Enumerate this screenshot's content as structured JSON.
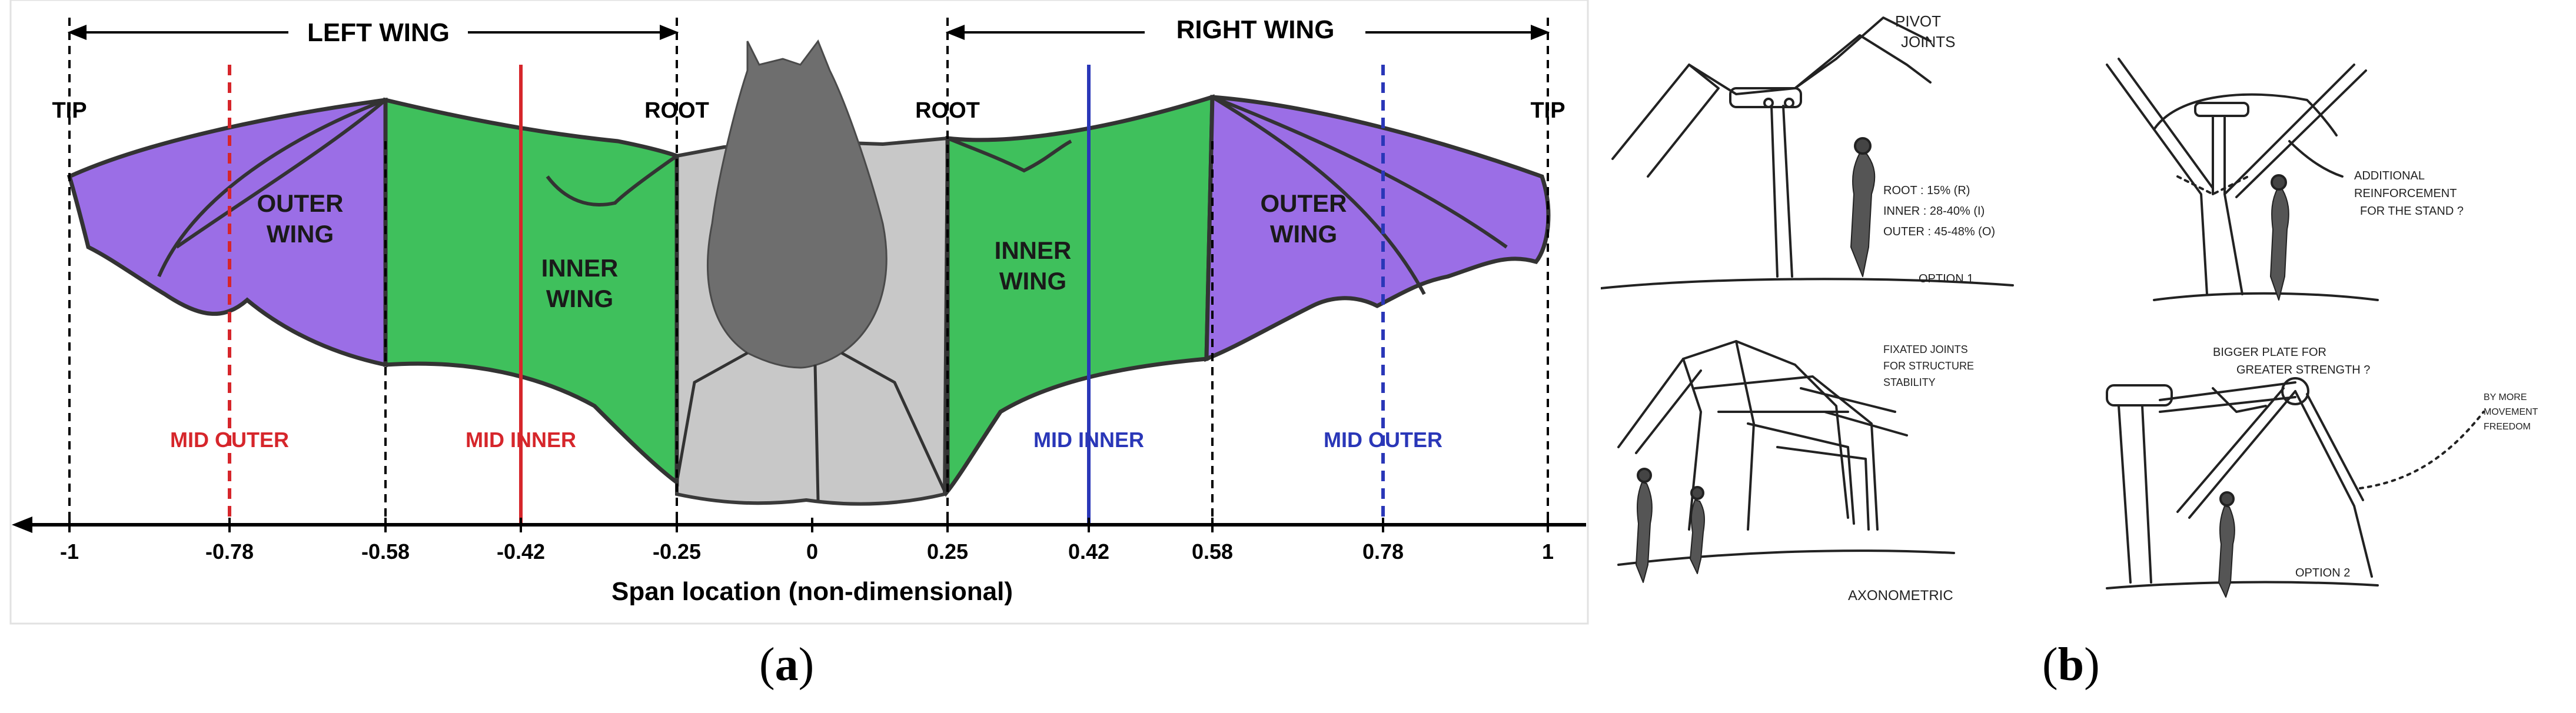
{
  "panel_a": {
    "left_wing_label": "LEFT WING",
    "right_wing_label": "RIGHT WING",
    "tip_left": "TIP",
    "tip_right": "TIP",
    "root_left": "ROOT",
    "root_right": "ROOT",
    "outer_wing_left": [
      "OUTER",
      "WING"
    ],
    "inner_wing_left": [
      "INNER",
      "WING"
    ],
    "inner_wing_right": [
      "INNER",
      "WING"
    ],
    "outer_wing_right": [
      "OUTER",
      "WING"
    ],
    "mid_outer_left": "MID OUTER",
    "mid_inner_left": "MID INNER",
    "mid_inner_right": "MID INNER",
    "mid_outer_right": "MID OUTER",
    "axis_ticks": [
      "-1",
      "-0.78",
      "-0.58",
      "-0.42",
      "-0.25",
      "0",
      "0.25",
      "0.42",
      "0.58",
      "0.78",
      "1"
    ],
    "axis_title": "Span location (non-dimensional)",
    "colors": {
      "outer_wing": "#9b6ee6",
      "inner_wing": "#3fc05c",
      "body_membrane": "#c8c8c8",
      "body": "#6e6e6e",
      "mid_left": "#d6262b",
      "mid_right": "#2a37b8"
    }
  },
  "panel_b": {
    "sketch_top_left": {
      "labels": [
        "PIVOT",
        "JOINTS"
      ],
      "stats": [
        "ROOT : 15% (R)",
        "INNER : 28-40% (I)",
        "OUTER : 45-48% (O)"
      ],
      "caption": "OPTION 1"
    },
    "sketch_top_right": {
      "labels": [
        "ADDITIONAL",
        "REINFORCEMENT",
        "FOR THE STAND ?"
      ]
    },
    "sketch_bottom_left": {
      "labels": [
        "FIXATED JOINTS",
        "FOR STRUCTURE",
        "STABILITY"
      ],
      "caption": "AXONOMETRIC"
    },
    "sketch_bottom_right": {
      "labels": [
        "BIGGER PLATE FOR",
        "GREATER STRENGTH ?"
      ],
      "side_note": [
        "BY MORE",
        "MOVEMENT",
        "FREEDOM"
      ],
      "caption": "OPTION 2"
    }
  },
  "captions": {
    "a": "a",
    "b": "b"
  }
}
